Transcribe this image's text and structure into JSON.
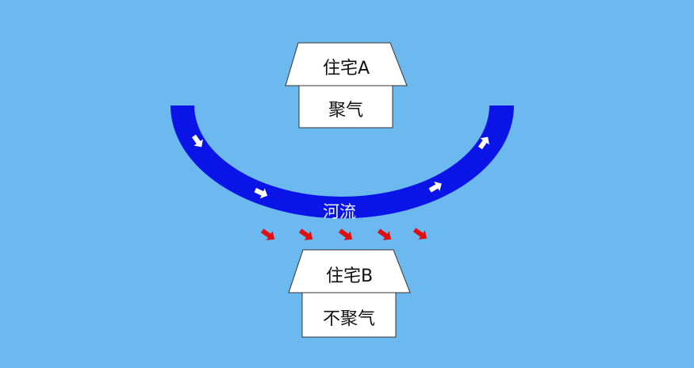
{
  "house_a": {
    "title": "住宅A",
    "status": "聚气"
  },
  "house_b": {
    "title": "住宅B",
    "status": "不聚气"
  },
  "river": {
    "label": "河流"
  },
  "colors": {
    "background": "#6cb9f0",
    "river": "#0a14e6",
    "flow_arrow": "#ffffff",
    "qi_arrow": "#e01010",
    "house": "#ffffff"
  }
}
